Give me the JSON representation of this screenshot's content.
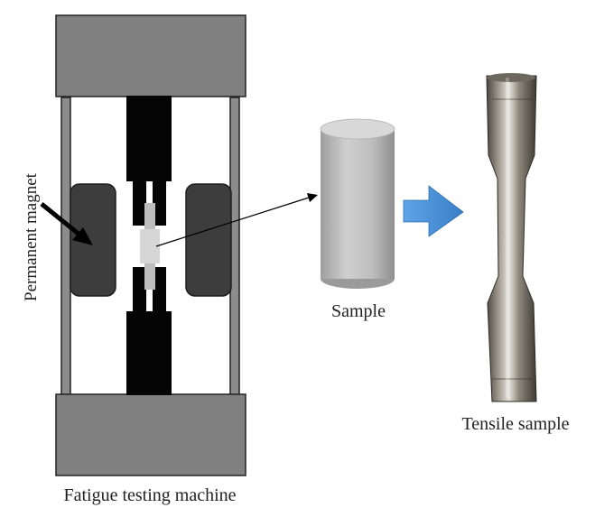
{
  "labels": {
    "permanent_magnet": "Permanent magnet",
    "sample": "Sample",
    "tensile_sample": "Tensile sample",
    "machine": "Fatigue testing machine"
  },
  "colors": {
    "frame_gray": "#808080",
    "column_gray": "#8c8c8c",
    "magnet_dark": "#3d3d3d",
    "grip_black": "#050505",
    "sample_gray": "#bdbdbd",
    "arrow_blue": "#4a90d9",
    "steel": "#8a8478"
  },
  "icons": {
    "pointer_arrow": "black-arrow-icon",
    "flow_arrow": "blue-right-arrow-icon"
  }
}
